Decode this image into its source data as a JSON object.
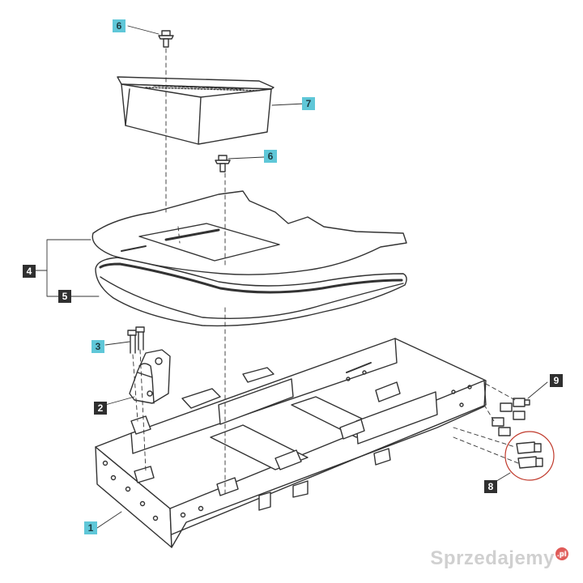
{
  "callouts": {
    "c6_top": "6",
    "c7": "7",
    "c6_mid": "6",
    "c4": "4",
    "c5": "5",
    "c3": "3",
    "c2": "2",
    "c9": "9",
    "c8": "8",
    "c1": "1"
  },
  "colors": {
    "teal_callout": "#5fc7d8",
    "dark_callout": "#2f2f2f",
    "line": "#333333",
    "highlight_circle": "#c0392b"
  },
  "watermark": {
    "text": "Sprzedajemy",
    "badge": ".pl"
  }
}
